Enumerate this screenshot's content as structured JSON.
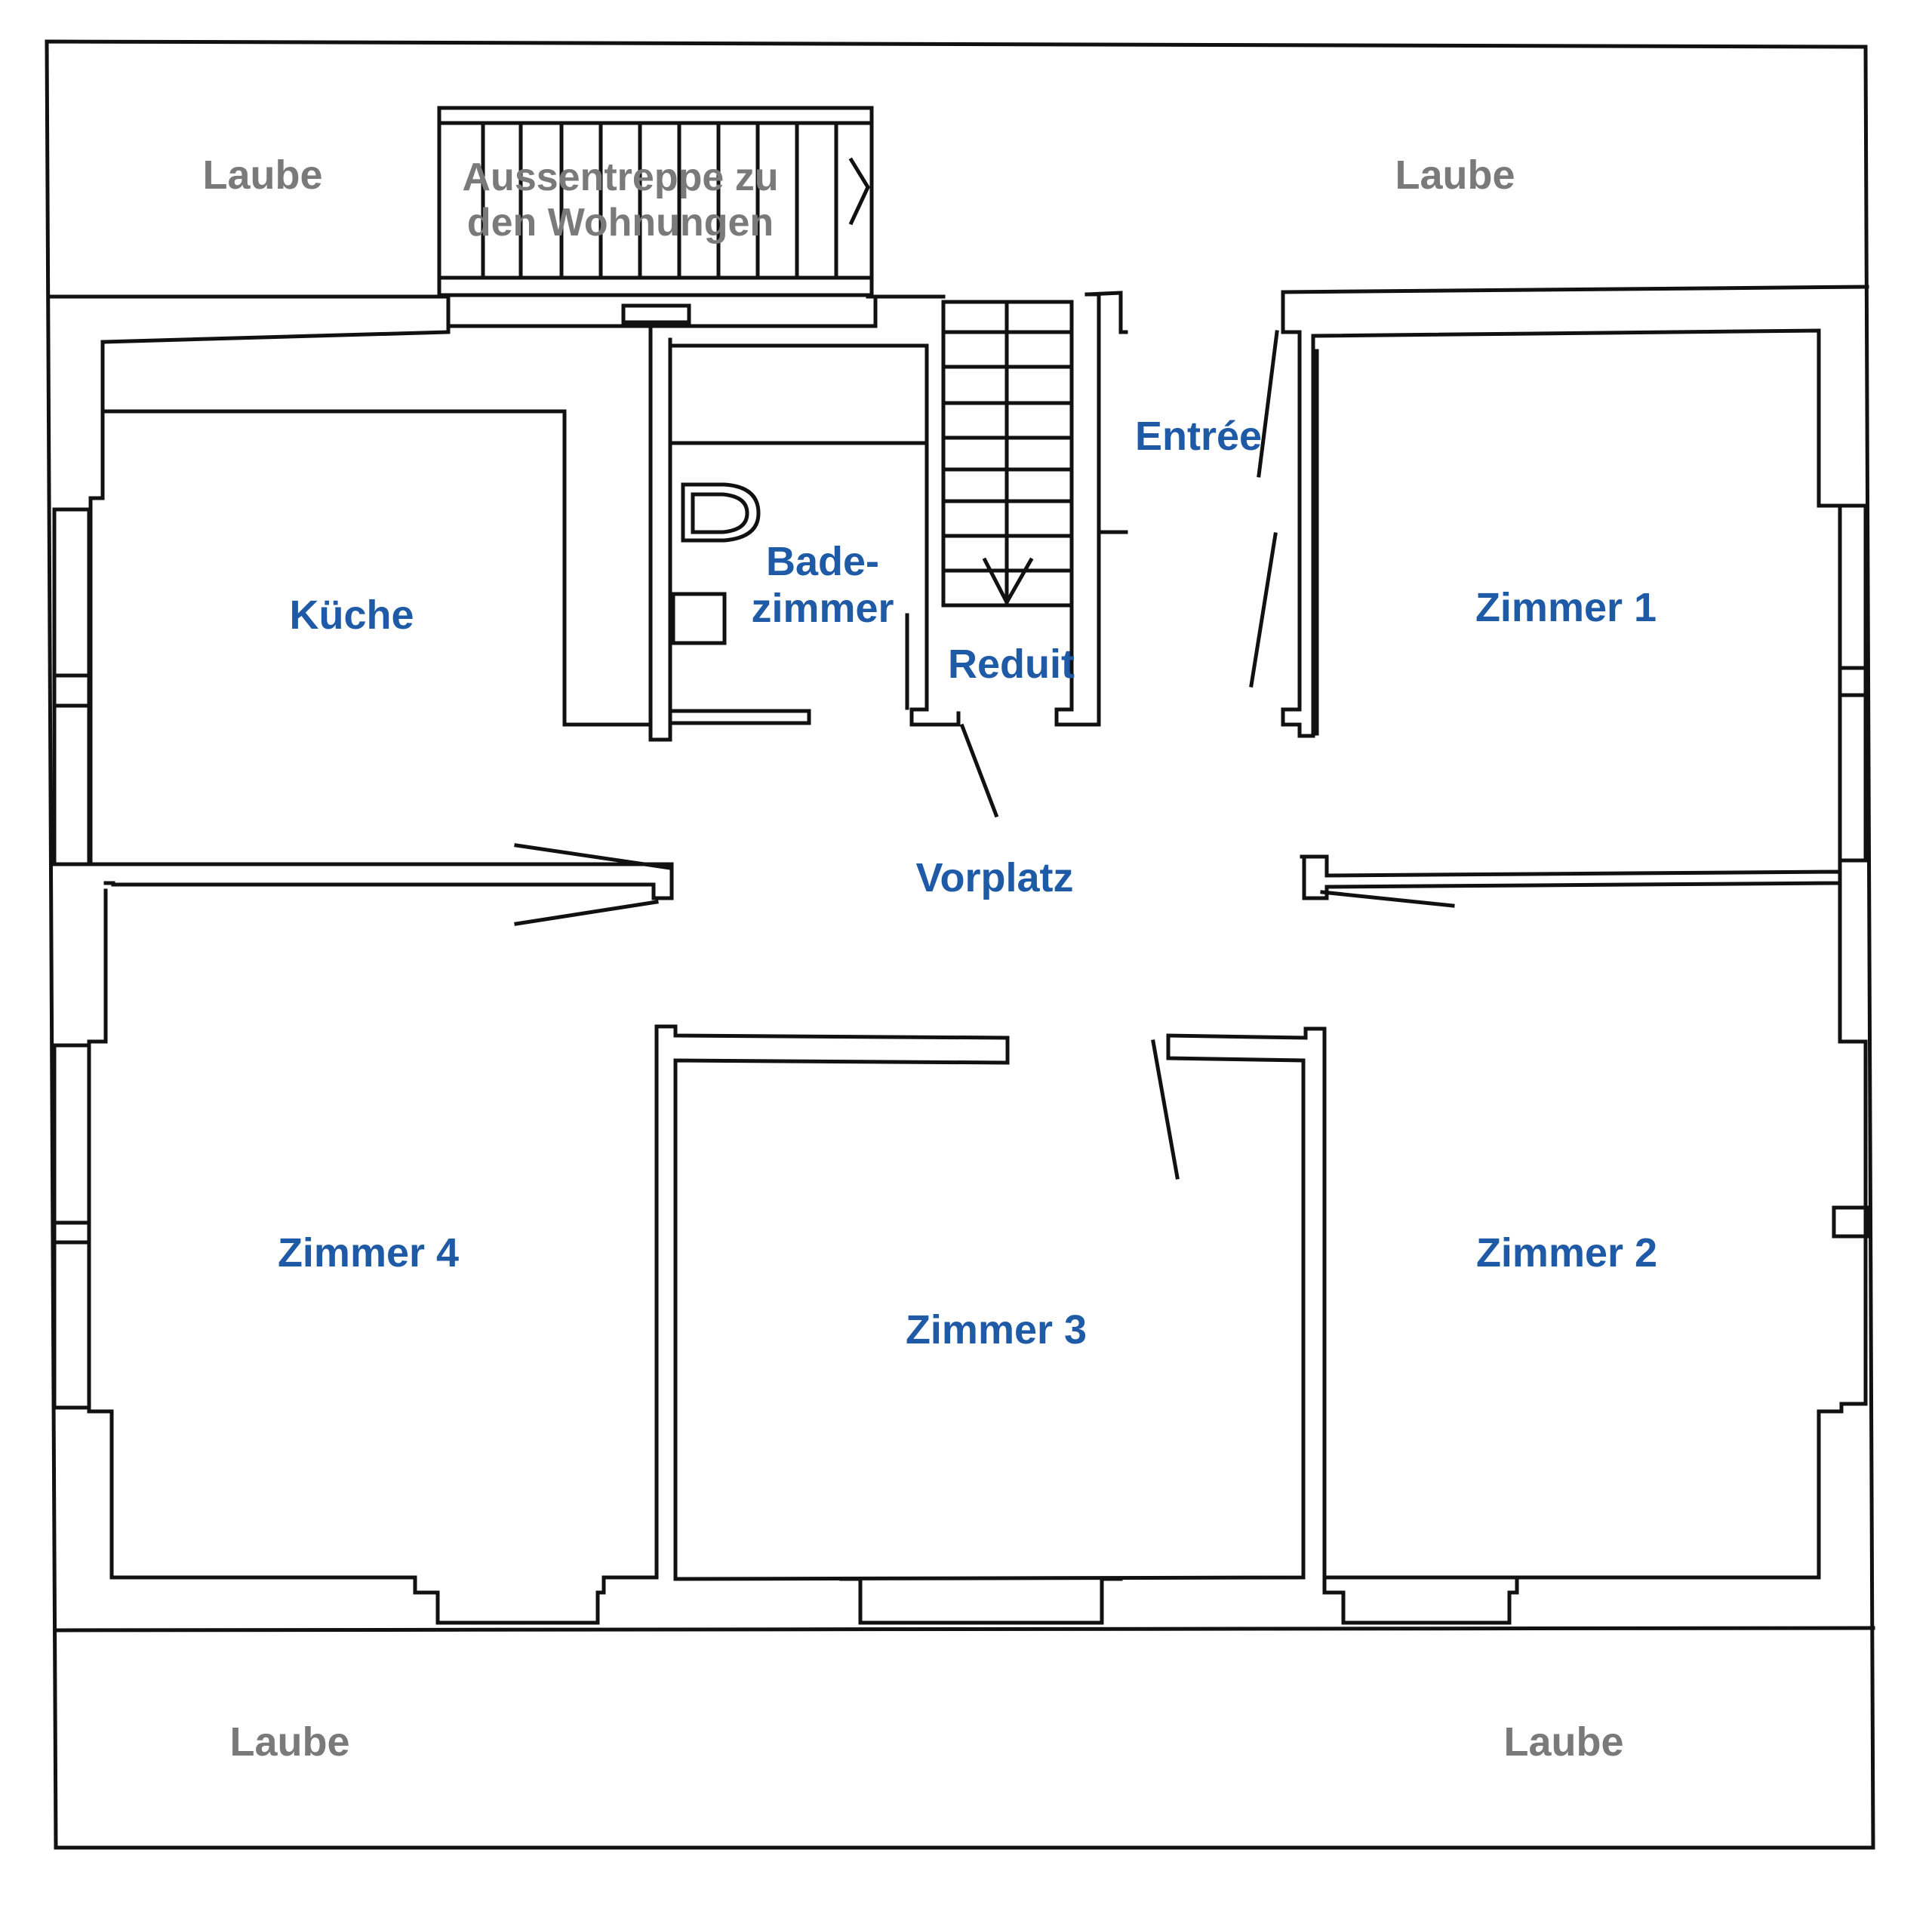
{
  "colors": {
    "wall": "#111111",
    "room_label": "#1f5aa6",
    "laube_label": "#7a7a7a",
    "background": "#ffffff"
  },
  "laube": {
    "top_left": "Laube",
    "top_right": "Laube",
    "bottom_left": "Laube",
    "bottom_right": "Laube"
  },
  "stair": {
    "line1": "Aussentreppe zu",
    "line2": "den Wohnungen"
  },
  "rooms": {
    "kueche": "Küche",
    "bad_line1": "Bade-",
    "bad_line2": "zimmer",
    "reduit": "Reduit",
    "entree": "Entrée",
    "vorplatz": "Vorplatz",
    "zimmer1": "Zimmer 1",
    "zimmer2": "Zimmer 2",
    "zimmer3": "Zimmer 3",
    "zimmer4": "Zimmer 4"
  }
}
